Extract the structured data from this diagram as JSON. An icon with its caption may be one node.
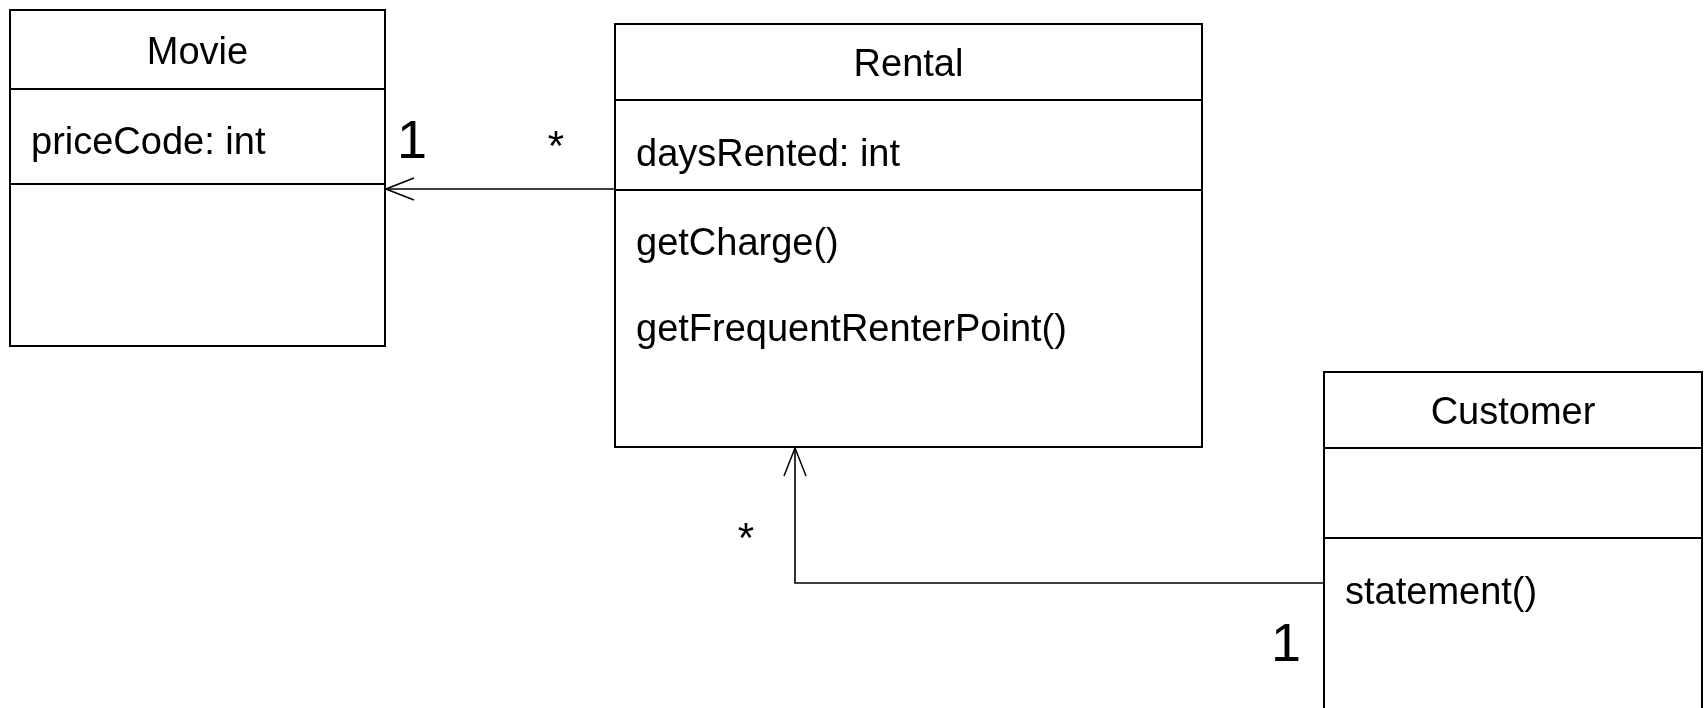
{
  "diagram": {
    "nodes": [
      {
        "text": [
          "Movie",
          "priceCode: int"
        ]
      },
      {
        "text": [
          "Rental",
          "daysRented: int",
          "getCharge()",
          "getFrequentRenterPoint()"
        ]
      },
      {
        "text": [
          "Customer",
          "statement()"
        ]
      }
    ],
    "edges": [
      {
        "from": 1,
        "to": 0,
        "arrow": "to"
      },
      {
        "from": 2,
        "to": 1,
        "arrow": "to"
      }
    ],
    "labels": [
      "1",
      "*",
      "*",
      "1"
    ]
  }
}
